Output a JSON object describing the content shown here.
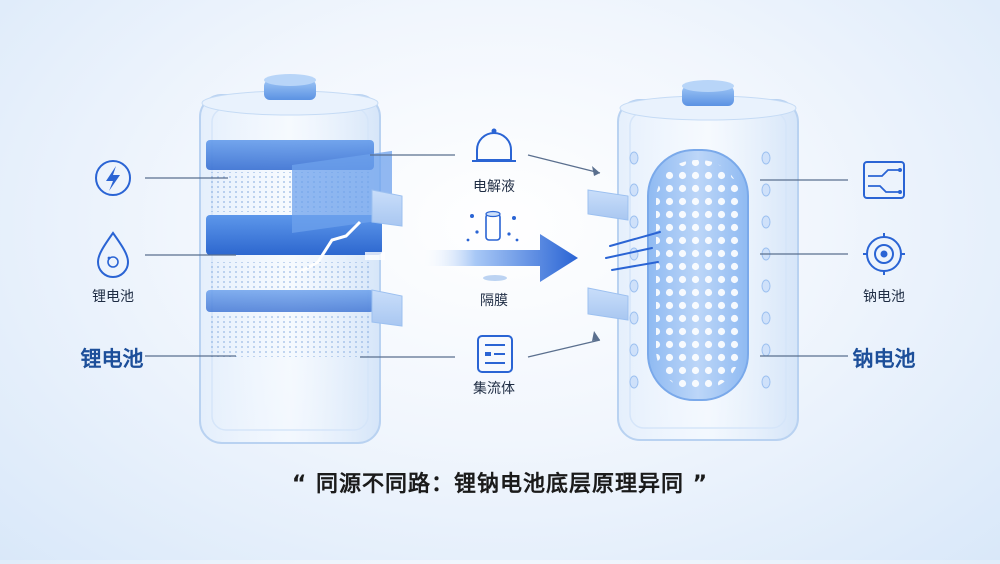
{
  "labels": {
    "left_small": "锂电池",
    "left_big": "锂电池",
    "electrolyte": "电解液",
    "separator": "隔膜",
    "collector": "集流体",
    "right_small": "钠电池",
    "right_big": "钠电池"
  },
  "caption": "“ 同源不同路：锂钠电池底层原理异同 ”",
  "colors": {
    "accent": "#2a64d4",
    "line": "#5a6f8e",
    "text": "#1f2d44"
  },
  "icons": [
    "lightning-icon",
    "droplet-icon",
    "bell-icon",
    "cylinder-icon",
    "document-list-icon",
    "circuit-icon",
    "target-icon"
  ]
}
